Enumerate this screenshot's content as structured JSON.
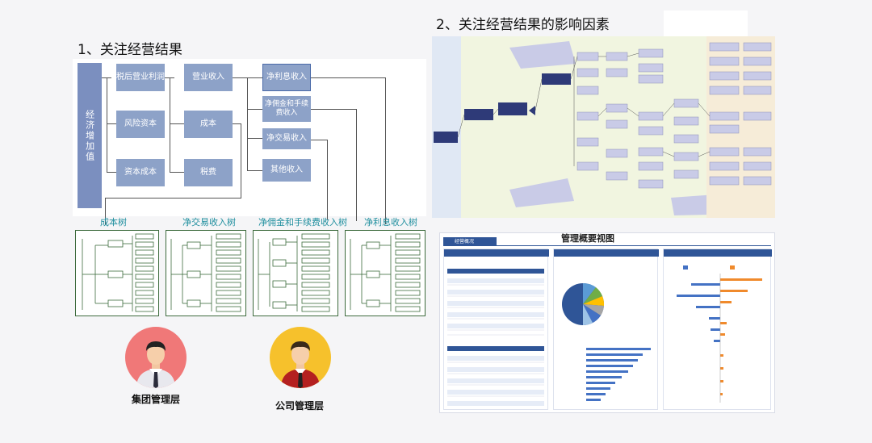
{
  "left": {
    "title": "1、关注经营结果",
    "root_label": "经济增加值",
    "col1": [
      "税后营业利润",
      "风险资本",
      "资本成本"
    ],
    "col2": [
      "营业收入",
      "成本",
      "税费"
    ],
    "col3": [
      "净利息收入",
      "净佣金和手续费收入",
      "净交易收入",
      "其他收入"
    ],
    "trees": [
      "成本树",
      "净交易收入树",
      "净佣金和手续费收入树",
      "净利息收入树"
    ]
  },
  "roles": {
    "group": "集团管理层",
    "company": "公司管理层"
  },
  "right": {
    "title": "2、关注经营结果的影响因素",
    "dashboard_title": "管理概要视图",
    "dashboard_tab": "经营概况"
  },
  "colors": {
    "box": "#8da2c8",
    "root": "#7b8fbf",
    "tree_border": "#3d6b3d",
    "teal": "#1e8e9e",
    "accent_blue": "#2f5597",
    "orange": "#f08a2c"
  }
}
